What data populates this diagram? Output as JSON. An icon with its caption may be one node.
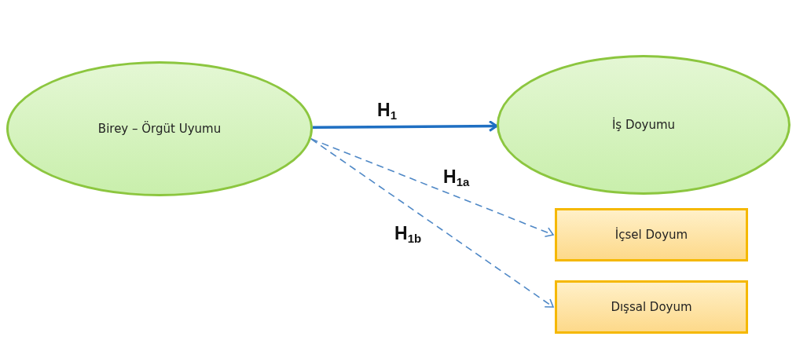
{
  "diagram": {
    "nodes": [
      {
        "text": [
          "Birey – Örgüt Uyumu"
        ]
      },
      {
        "text": [
          "İş Doyumu"
        ]
      },
      {
        "text": [
          "İçsel Doyum"
        ]
      },
      {
        "text": [
          "Dışsal Doyum"
        ]
      }
    ],
    "edges": [
      {
        "from": 0,
        "to": 1,
        "arrow": "to",
        "label": "H$_{1}$",
        "style": "thick",
        "color": "#1f6fc2"
      },
      {
        "from": 0,
        "to": 2,
        "arrow": "to",
        "label": "H$_{1a}$",
        "style": "dashed"
      },
      {
        "from": 0,
        "to": 3,
        "arrow": "to",
        "label": "H$_{1b}$",
        "style": "dashed"
      }
    ]
  }
}
